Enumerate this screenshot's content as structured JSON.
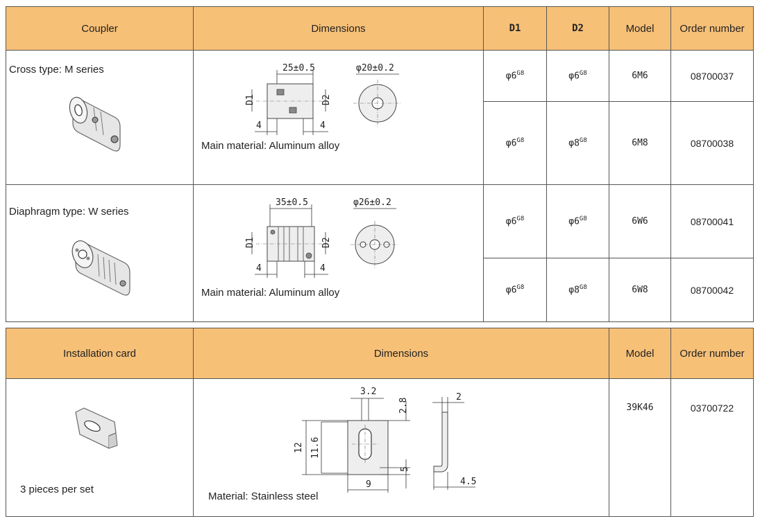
{
  "coupler_table": {
    "headers": {
      "coupler": "Coupler",
      "dimensions": "Dimensions",
      "d1": "D1",
      "d2": "D2",
      "model": "Model",
      "order_number": "Order number"
    },
    "groups": [
      {
        "name": "Cross type: M series",
        "material": "Main material: Aluminum alloy",
        "drawing": {
          "length": "25±0.5",
          "diameter": "φ20±0.2",
          "gap_left": "4",
          "gap_right": "4",
          "d1": "D1",
          "d2": "D2"
        },
        "rows": [
          {
            "d1": "φ6",
            "d1_tol": "G8",
            "d2": "φ6",
            "d2_tol": "G8",
            "model": "6M6",
            "order": "08700037"
          },
          {
            "d1": "φ6",
            "d1_tol": "G8",
            "d2": "φ8",
            "d2_tol": "G8",
            "model": "6M8",
            "order": "08700038"
          }
        ]
      },
      {
        "name": "Diaphragm type: W series",
        "material": "Main material: Aluminum alloy",
        "drawing": {
          "length": "35±0.5",
          "diameter": "φ26±0.2",
          "gap_left": "4",
          "gap_right": "4",
          "d1": "D1",
          "d2": "D2"
        },
        "rows": [
          {
            "d1": "φ6",
            "d1_tol": "G8",
            "d2": "φ6",
            "d2_tol": "G8",
            "model": "6W6",
            "order": "08700041"
          },
          {
            "d1": "φ6",
            "d1_tol": "G8",
            "d2": "φ8",
            "d2_tol": "G8",
            "model": "6W8",
            "order": "08700042"
          }
        ]
      }
    ]
  },
  "card_table": {
    "headers": {
      "card": "Installation card",
      "dimensions": "Dimensions",
      "model": "Model",
      "order_number": "Order number"
    },
    "row": {
      "note": "3 pieces per set",
      "material": "Material: Stainless steel",
      "model": "39K46",
      "order": "03700722",
      "drawing": {
        "slot_width": "3.2",
        "top": "2.8",
        "height": "12",
        "inner_height": "11.6",
        "bottom": "5",
        "width": "9",
        "thickness": "2",
        "leg": "4.5"
      }
    }
  }
}
